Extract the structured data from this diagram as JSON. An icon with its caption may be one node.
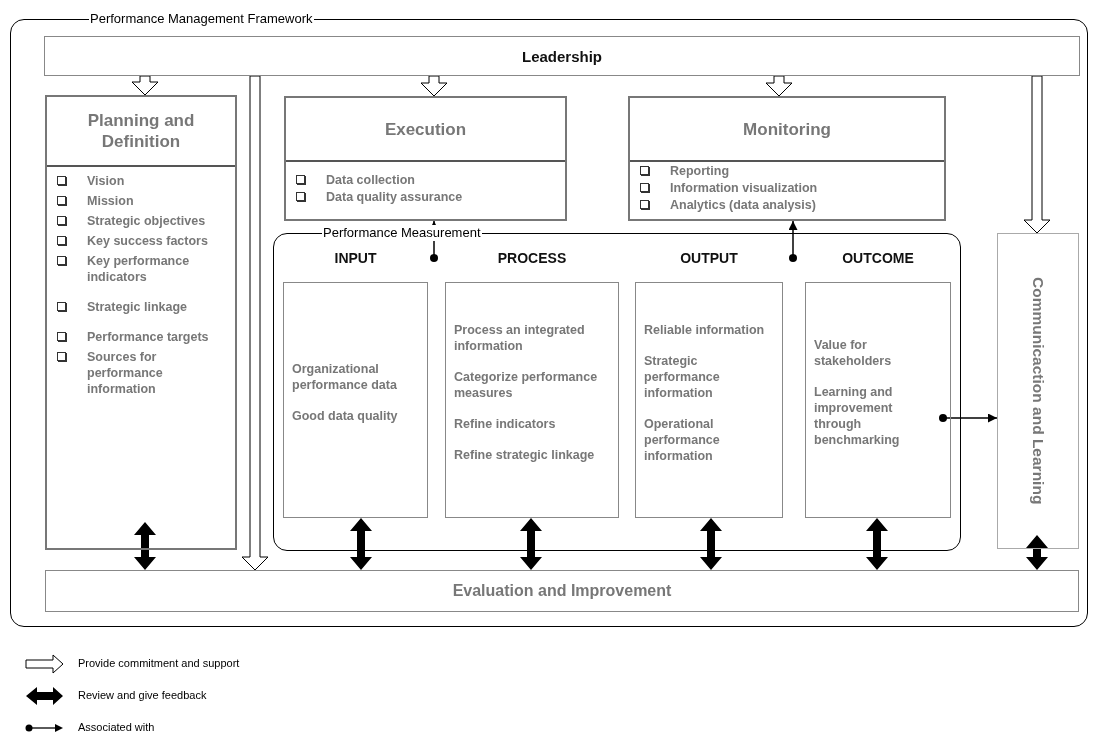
{
  "diagram": {
    "nodes": [
      {
        "text": [
          "Performance Management Framework"
        ]
      },
      {
        "text": [
          "Leadership"
        ],
        "in": 0
      },
      {
        "text": [
          "Planning and Definition",
          "Vision",
          "Mission",
          "Strategic objectives",
          "Key success factors",
          "Key performance indicators",
          "Strategic linkage",
          "Performance targets",
          "Sources for performance information"
        ],
        "in": 0
      },
      {
        "text": [
          "Execution",
          "Data collection",
          "Data quality assurance"
        ],
        "in": 0
      },
      {
        "text": [
          "Monitoring",
          "Reporting",
          "Information visualization",
          "Analytics (data analysis)"
        ],
        "in": 0
      },
      {
        "text": [
          "Performance Measurement"
        ],
        "in": 0
      },
      {
        "text": [
          "INPUT",
          "Organizational performance data",
          "Good data quality"
        ],
        "in": 5
      },
      {
        "text": [
          "PROCESS",
          "Process an integrated information",
          "Categorize performance measures",
          "Refine indicators",
          "Refine strategic linkage"
        ],
        "in": 5
      },
      {
        "text": [
          "OUTPUT",
          "Reliable information",
          "Strategic performance information",
          "Operational performance information"
        ],
        "in": 5
      },
      {
        "text": [
          "OUTCOME",
          "Value for stakeholders",
          "Learning and improvement through benchmarking"
        ],
        "in": 5
      },
      {
        "text": [
          "Communicaction and Learning"
        ],
        "in": 0
      },
      {
        "text": [
          "Evaluation and Improvement"
        ],
        "in": 0
      }
    ],
    "edges": [
      {
        "from": 1,
        "to": 2,
        "arrow": "to",
        "style": "thick"
      },
      {
        "from": 1,
        "to": 11,
        "arrow": "to",
        "style": "thick"
      },
      {
        "from": 1,
        "to": 3,
        "arrow": "to",
        "style": "thick"
      },
      {
        "from": 1,
        "to": 4,
        "arrow": "to",
        "style": "thick"
      },
      {
        "from": 1,
        "to": 10,
        "arrow": "to",
        "style": "thick"
      },
      {
        "from": 2,
        "to": 11,
        "arrow": "both",
        "style": "thick"
      },
      {
        "from": 6,
        "to": 11,
        "arrow": "both",
        "style": "thick"
      },
      {
        "from": 7,
        "to": 11,
        "arrow": "both",
        "style": "thick"
      },
      {
        "from": 8,
        "to": 11,
        "arrow": "both",
        "style": "thick"
      },
      {
        "from": 9,
        "to": 11,
        "arrow": "both",
        "style": "thick"
      },
      {
        "from": 10,
        "to": 11,
        "arrow": "both",
        "style": "thick"
      },
      {
        "from": 5,
        "to": 3,
        "arrow": "to"
      },
      {
        "from": 5,
        "to": 4,
        "arrow": "to"
      },
      {
        "from": 9,
        "to": 10,
        "arrow": "to"
      }
    ],
    "legend": [
      {
        "text": "Provide commitment and support"
      },
      {
        "text": "Review and give feedback"
      },
      {
        "text": "Associated with"
      }
    ]
  }
}
